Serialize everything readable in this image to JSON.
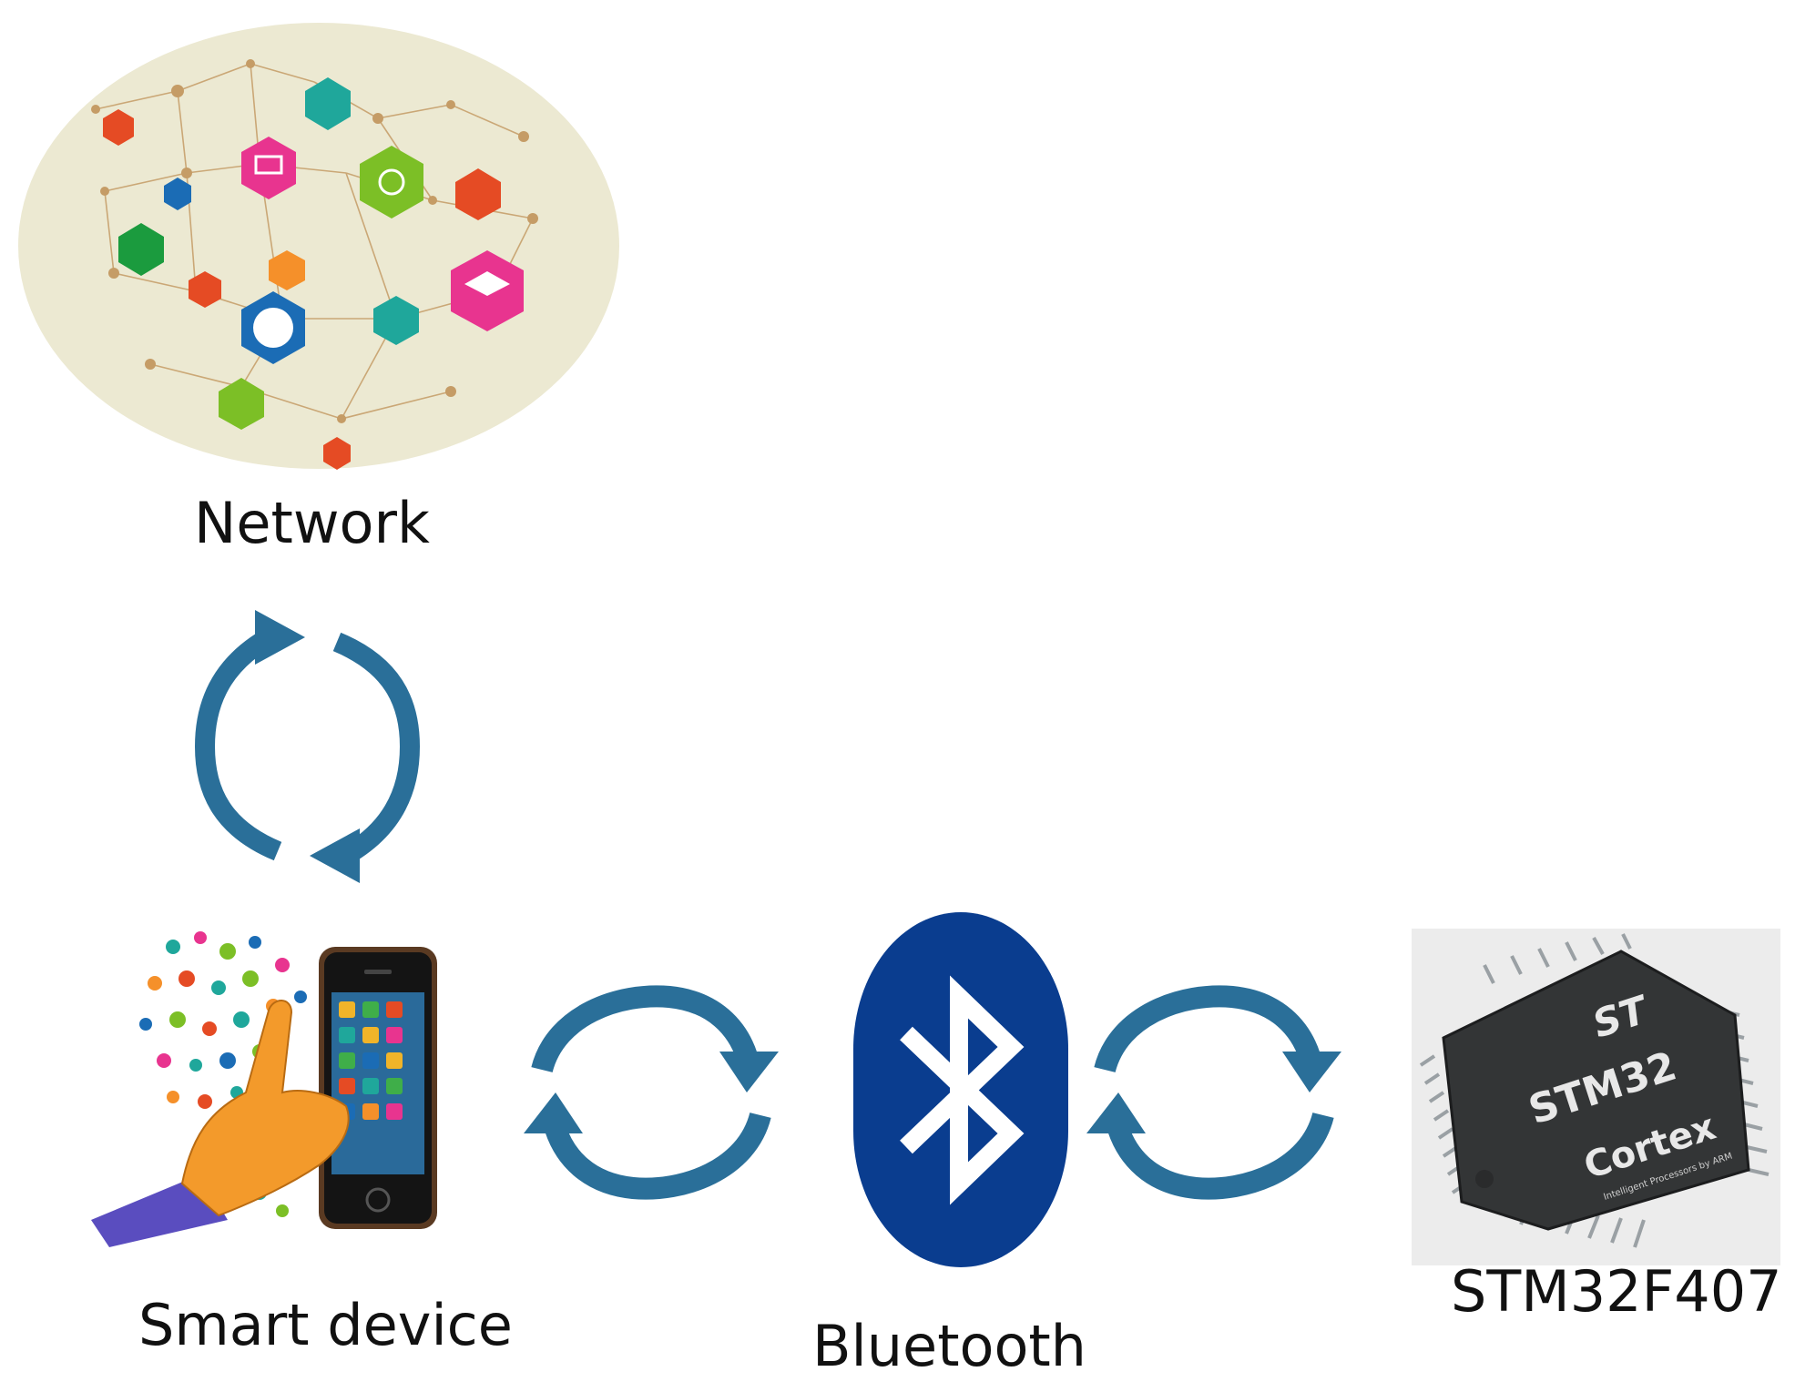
{
  "labels": {
    "network": "Network",
    "smart_device": "Smart device",
    "bluetooth": "Bluetooth",
    "mcu": "STM32F407"
  },
  "chip_text": {
    "brand": "ST",
    "model": "STM32",
    "core": "Cortex",
    "tagline": "Intelligent Processors by ARM"
  },
  "colors": {
    "arrow": "#2a6f99",
    "bluetooth_bg": "#0a3d8f",
    "network_bg": "#ece9d2",
    "network_lines": "#c59c66",
    "chip_body": "#333536"
  }
}
